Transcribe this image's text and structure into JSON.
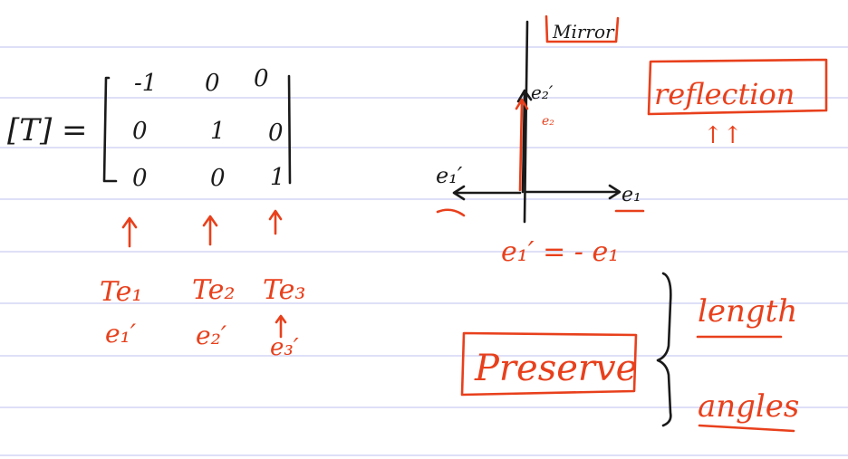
{
  "colors": {
    "ink": "#1a1a1a",
    "accent": "#e8401c",
    "rule": "#c9ccf2",
    "paper": "#ffffff"
  },
  "matrix": {
    "label": "[T] =",
    "rows": [
      [
        "-1",
        "0",
        "0"
      ],
      [
        "0",
        "1",
        "0"
      ],
      [
        "0",
        "0",
        "1"
      ]
    ]
  },
  "columns": [
    {
      "top": "Te₁",
      "bottom": "e₁′"
    },
    {
      "top": "Te₂",
      "bottom": "e₂′"
    },
    {
      "top": "Te₃",
      "bottom": "e₃′"
    }
  ],
  "diagram": {
    "mirror_label": "Mirror",
    "e2_label": "e₂′",
    "e2_small_label": "e₂",
    "e1_label": "e₁",
    "e1_prime_label": "e₁′",
    "equation": "e₁′ = - e₁"
  },
  "reflection_label": "reflection",
  "reflection_arrows": "↑↑",
  "preserve_label": "Preserve",
  "brace_items": [
    "length",
    "angles"
  ]
}
